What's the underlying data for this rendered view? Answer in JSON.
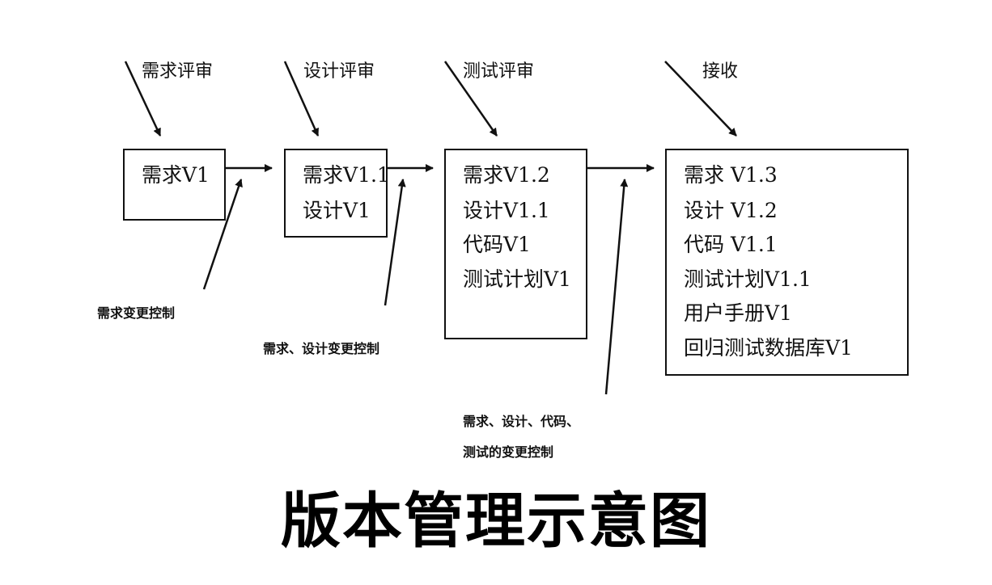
{
  "boxes": [
    {
      "lines": [
        "需求V1"
      ]
    },
    {
      "lines": [
        "需求V1.1",
        "设计V1"
      ]
    },
    {
      "lines": [
        "需求V1.2",
        "设计V1.1",
        "代码V1",
        "测试计划V1"
      ]
    },
    {
      "lines": [
        "需求 V1.3",
        "设计 V1.2",
        "代码 V1.1",
        "测试计划V1.1",
        "用户手册V1",
        "回归测试数据库V1"
      ]
    }
  ],
  "reviews": [
    "需求评审",
    "设计评审",
    "测试评审",
    "接收"
  ],
  "change_controls": {
    "first": "需求变更控制",
    "second": "需求、设计变更控制",
    "third_line1": "需求、设计、代码、",
    "third_line2": "测试的变更控制"
  },
  "title": "版本管理示意图"
}
